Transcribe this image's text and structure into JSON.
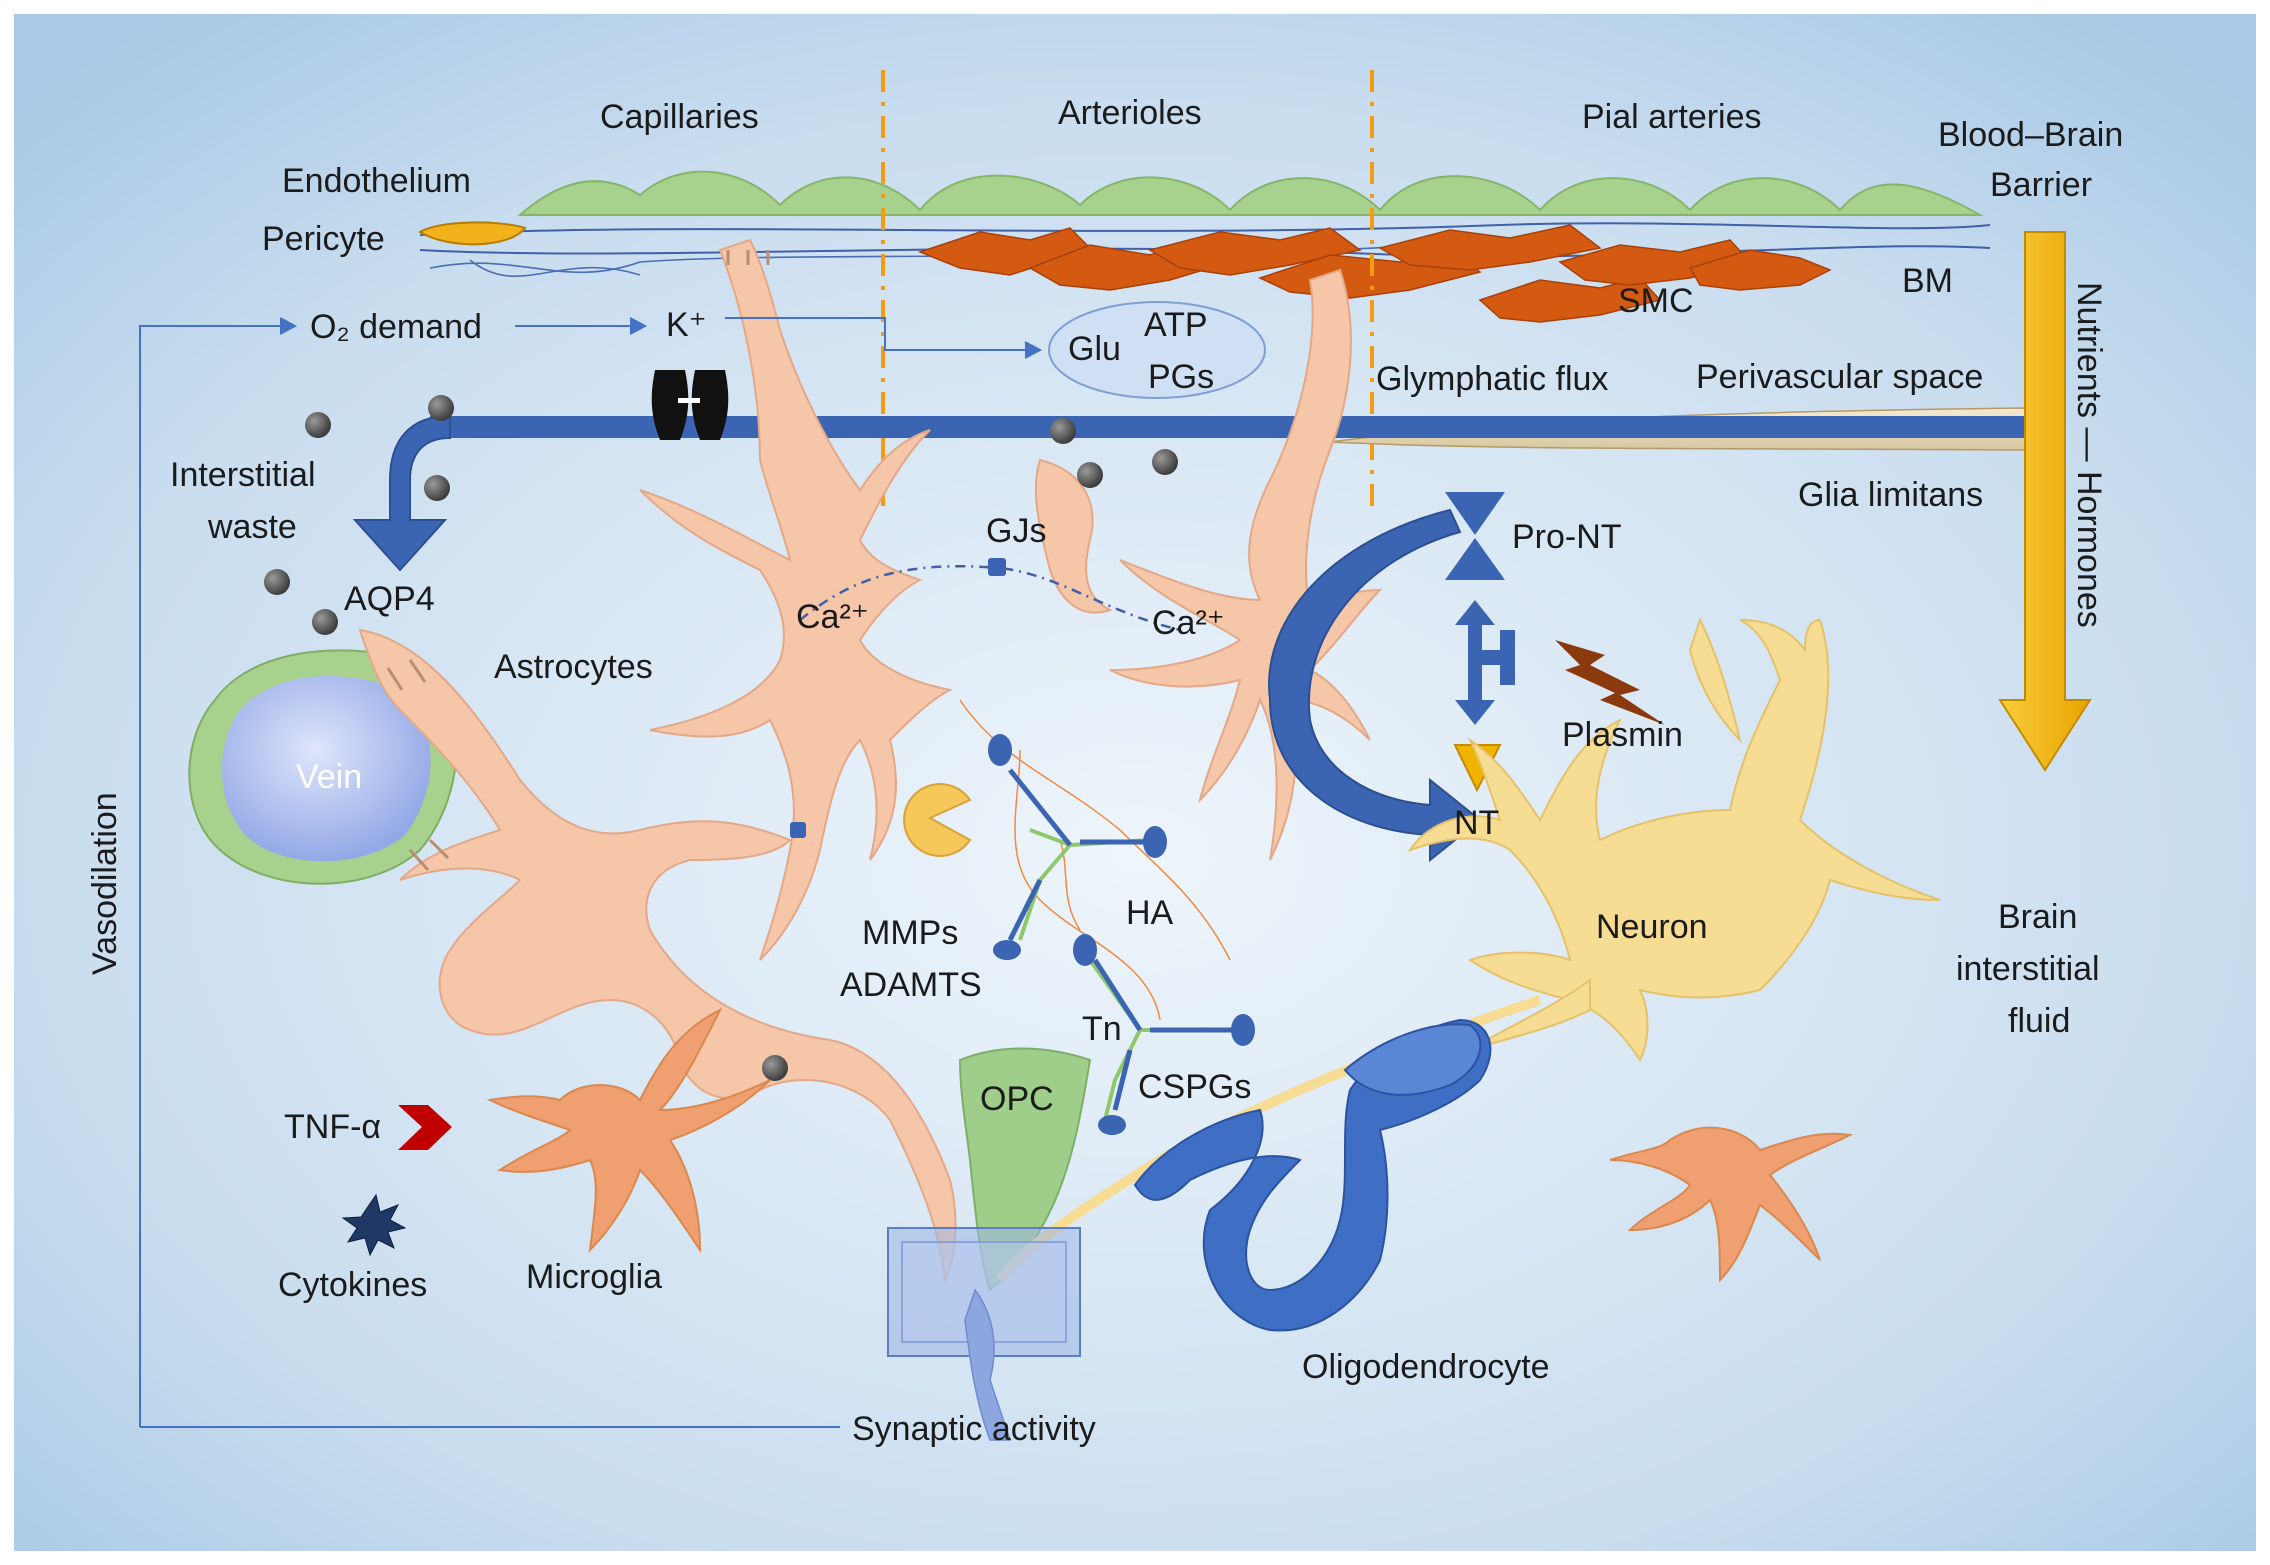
{
  "labels": {
    "capillaries": "Capillaries",
    "arterioles": "Arterioles",
    "pial_arteries": "Pial arteries",
    "bbb_line1": "Blood–Brain",
    "bbb_line2": "Barrier",
    "endothelium": "Endothelium",
    "pericyte": "Pericyte",
    "bm": "BM",
    "smc": "SMC",
    "o2_demand": "O₂ demand",
    "k_plus": "K⁺",
    "glu": "Glu",
    "atp": "ATP",
    "pgs": "PGs",
    "glymphatic_flux": "Glymphatic flux",
    "perivascular_space": "Perivascular space",
    "glia_limitans": "Glia limitans",
    "interstitial_line1": "Interstitial",
    "interstitial_line2": "waste",
    "aqp4": "AQP4",
    "astrocytes": "Astrocytes",
    "gjs": "GJs",
    "ca_left": "Ca²⁺",
    "ca_right": "Ca²⁺",
    "vein": "Vein",
    "pro_nt": "Pro-NT",
    "plasmin": "Plasmin",
    "nt": "NT",
    "nutrients_hormones": "Nutrients — Hormones",
    "bif_line1": "Brain",
    "bif_line2": "interstitial",
    "bif_line3": "fluid",
    "neuron": "Neuron",
    "mmps": "MMPs",
    "adamts": "ADAMTS",
    "ha": "HA",
    "tn": "Tn",
    "cspgs": "CSPGs",
    "opc": "OPC",
    "tnf": "TNF-α",
    "cytokines": "Cytokines",
    "microglia": "Microglia",
    "oligodendrocyte": "Oligodendrocyte",
    "synaptic_activity": "Synaptic activity",
    "vasodilation": "Vasodilation"
  },
  "colors": {
    "background_center": "#e9f2fa",
    "background_edge": "#a9c9e6",
    "endothelium": "#a9d18e",
    "smc": "#d45a12",
    "astrocyte": "#f6c6a8",
    "neuron": "#f7dc94",
    "oligodendrocyte": "#3f6fc4",
    "opc": "#9fce8a",
    "flow_arrow": "#3b65b2",
    "nutrient_arrow": "#f5b800",
    "tnf": "#c00000",
    "plasmin": "#8b3a0e",
    "nt_triangle": "#f0b400"
  },
  "icons": {
    "k_channel": "potassium-channel-icon",
    "cytokine": "cytokine-star-icon",
    "tnf": "tnf-chevron-icon",
    "mmp": "mmp-pacman-icon",
    "plasmin": "plasmin-bolt-icon"
  }
}
